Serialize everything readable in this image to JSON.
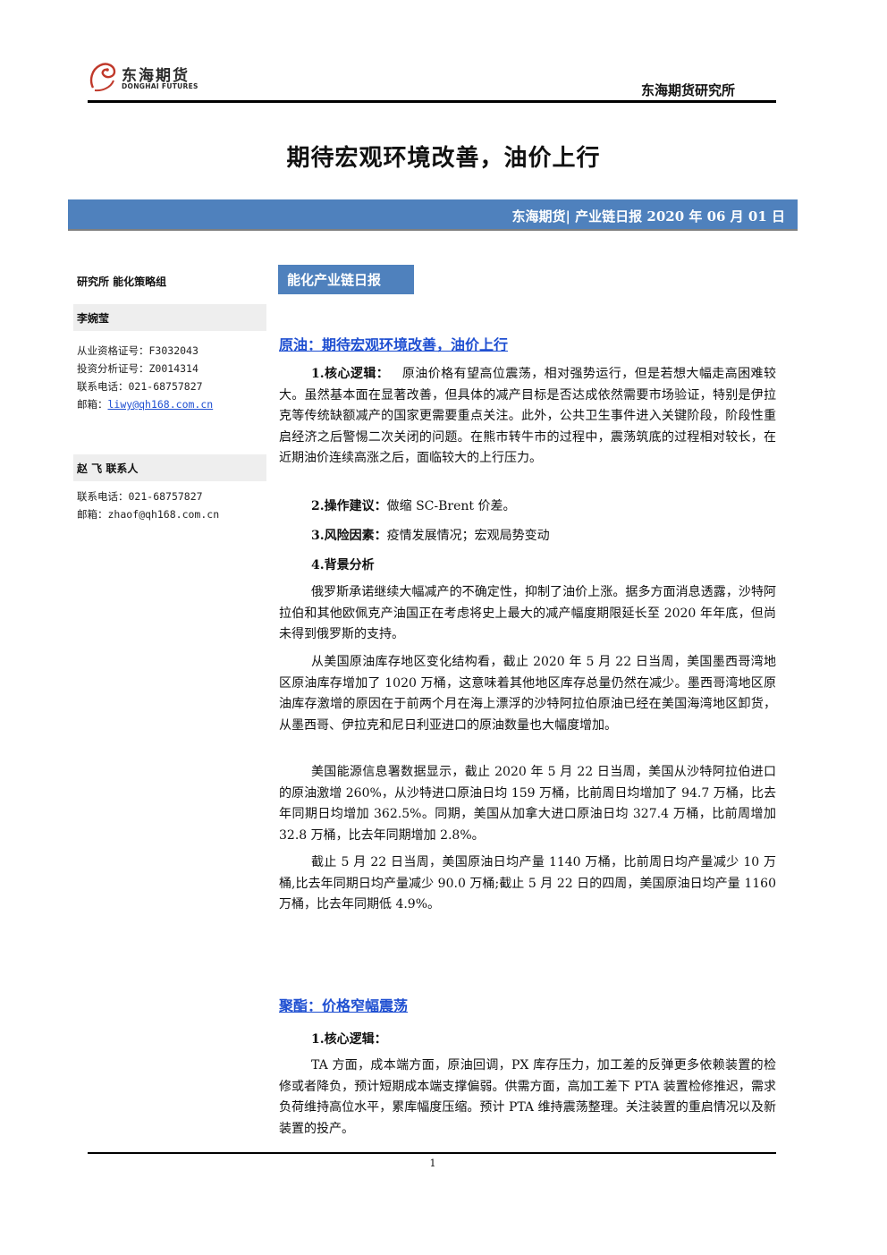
{
  "header": {
    "logo_cn": "东海期货",
    "logo_en": "DONGHAI FUTURES",
    "institute": "东海期货研究所"
  },
  "title": "期待宏观环境改善，油价上行",
  "banner": "东海期货| 产业链日报 2020 年 06 月 01 日",
  "sidebar": {
    "dept": "研究所   能化策略组",
    "analyst1": {
      "name": "李婉莹",
      "cert1": "从业资格证号：F3032043",
      "cert2": "投资分析证号：Z0014314",
      "phone": "联系电话：021-68757827",
      "email_label": "邮箱：",
      "email": "liwy@qh168.com.cn"
    },
    "analyst2": {
      "name": "赵 飞   联系人",
      "phone": "联系电话：021-68757827",
      "email": "邮箱：zhaof@qh168.com.cn"
    }
  },
  "section_tag": "能化产业链日报",
  "crude": {
    "heading": "原油：期待宏观环境改善，油价上行",
    "core_label": "1.核心逻辑：",
    "core_text": "原油价格有望高位震荡，相对强势运行，但是若想大幅走高困难较大。虽然基本面在显著改善，但具体的减产目标是否达成依然需要市场验证，特别是伊拉克等传统缺额减产的国家更需要重点关注。此外，公共卫生事件进入关键阶段，阶段性重启经济之后警惕二次关闭的问题。在熊市转牛市的过程中，震荡筑底的过程相对较长，在近期油价连续高涨之后，面临较大的上行压力。",
    "op_label": "2.操作建议：",
    "op_text": "做缩 SC-Brent 价差。",
    "risk_label": "3.风险因素：",
    "risk_text": "疫情发展情况；宏观局势变动",
    "bg_label": "4.背景分析",
    "p1": "俄罗斯承诺继续大幅减产的不确定性，抑制了油价上涨。据多方面消息透露，沙特阿拉伯和其他欧佩克产油国正在考虑将史上最大的减产幅度期限延长至 2020 年年底，但尚未得到俄罗斯的支持。",
    "p2": "从美国原油库存地区变化结构看，截止 2020 年 5 月 22 日当周，美国墨西哥湾地区原油库存增加了 1020 万桶，这意味着其他地区库存总量仍然在减少。墨西哥湾地区原油库存激增的原因在于前两个月在海上漂浮的沙特阿拉伯原油已经在美国海湾地区卸货，从墨西哥、伊拉克和尼日利亚进口的原油数量也大幅度增加。",
    "p3": "美国能源信息署数据显示，截止 2020 年 5 月 22 日当周，美国从沙特阿拉伯进口的原油激增 260%，从沙特进口原油日均 159 万桶，比前周日均增加了 94.7 万桶，比去年同期日均增加 362.5%。同期，美国从加拿大进口原油日均 327.4 万桶，比前周增加 32.8 万桶，比去年同期增加 2.8%。",
    "p4": "截止 5 月 22 日当周，美国原油日均产量 1140 万桶，比前周日均产量减少 10 万桶,比去年同期日均产量减少 90.0 万桶;截止 5 月 22 日的四周，美国原油日均产量 1160 万桶，比去年同期低 4.9%。"
  },
  "polyester": {
    "heading": "聚酯：价格窄幅震荡",
    "core_label": "1.核心逻辑：",
    "p1": "TA 方面，成本端方面，原油回调，PX 库存压力，加工差的反弹更多依赖装置的检修或者降负，预计短期成本端支撑偏弱。供需方面，高加工差下 PTA 装置检修推迟，需求负荷维持高位水平，累库幅度压缩。预计 PTA 维持震荡整理。关注装置的重启情况以及新装置的投产。"
  },
  "footer": {
    "page": "1"
  }
}
